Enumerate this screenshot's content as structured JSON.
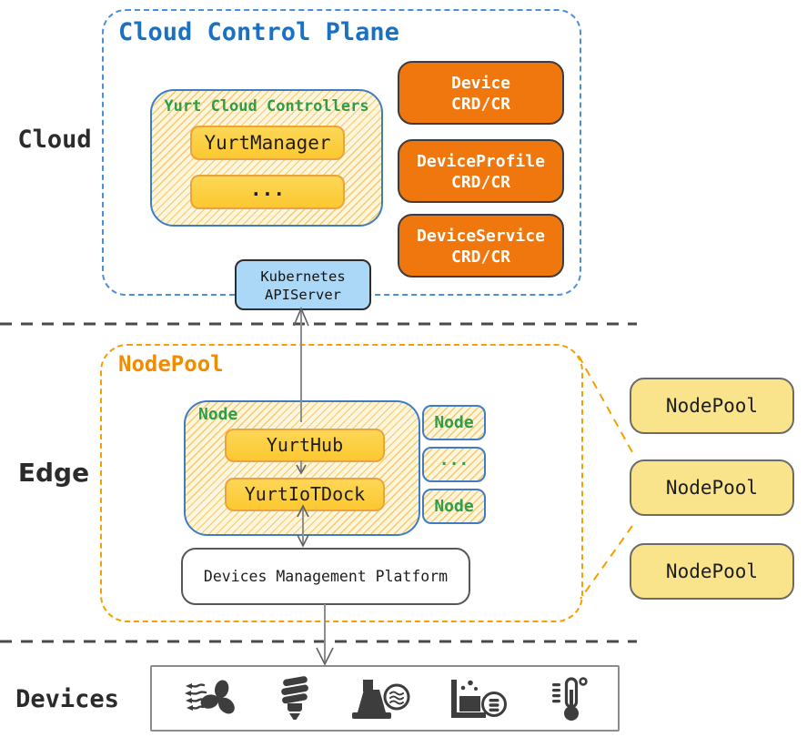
{
  "side_labels": {
    "cloud": "Cloud",
    "edge": "Edge",
    "devices": "Devices"
  },
  "cloud_plane": {
    "title": "Cloud Control Plane",
    "controllers": {
      "title": "Yurt Cloud Controllers",
      "items": [
        "YurtManager",
        "..."
      ]
    },
    "crds": [
      {
        "line1": "Device",
        "line2": "CRD/CR"
      },
      {
        "line1": "DeviceProfile",
        "line2": "CRD/CR"
      },
      {
        "line1": "DeviceService",
        "line2": "CRD/CR"
      }
    ],
    "apiserver": {
      "line1": "Kubernetes",
      "line2": "APIServer"
    }
  },
  "edge_plane": {
    "title": "NodePool",
    "node": {
      "title": "Node",
      "components": [
        "YurtHub",
        "YurtIoTDock"
      ]
    },
    "sibling_nodes": [
      "Node",
      "...",
      "Node"
    ],
    "platform": "Devices Management Platform"
  },
  "nodepool_stack": [
    "NodePool",
    "NodePool",
    "NodePool"
  ],
  "device_icons": [
    "fan",
    "cfl-bulb",
    "water-pump",
    "washing-tank",
    "thermometer"
  ],
  "colors": {
    "blue_title": "#1971c2",
    "blue_dash": "#4a90d9",
    "blue_box_border": "#3f7cc4",
    "light_blue": "#acd8f7",
    "green": "#2f9e44",
    "orange_fill": "#f0760e",
    "orange_title": "#f08c00",
    "orange_dash": "#f59f00",
    "gold_top": "#fdd756",
    "gold_bottom": "#fbc830",
    "gold_border": "#eba43b",
    "hatch_bg": "#fdf6dd",
    "hatch_line": "#f2c14e",
    "pale_yellow": "#fae48b",
    "gray_border": "#6b6b6b",
    "separator": "#4a4a4a",
    "arrow": "#8e8e8e",
    "arrow_head": "#5f5f5f",
    "icon": "#3d3d3d"
  }
}
